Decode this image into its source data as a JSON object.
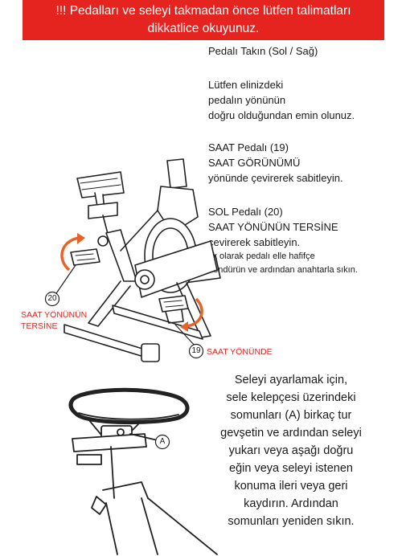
{
  "banner": {
    "line1": "!!! Pedalları ve seleyi takmadan önce lütfen talimatları",
    "line2": "dikkatlice okuyunuz."
  },
  "pedal_section": {
    "title": "Pedalı Takın (Sol / Sağ)",
    "check_lines": [
      "Lütfen elinizdeki",
      " pedalın yönünün",
      "doğru olduğundan emin olunuz."
    ],
    "right_pedal_lines": [
      "SAAT Pedalı (19)",
      " SAAT GÖRÜNÜMÜ",
      " yönünde çevirerek sabitleyin."
    ],
    "left_pedal_lines": [
      "SOL Pedalı (20)",
      "SAAT YÖNÜNÜN TERSİNE",
      "çevirerek sabitleyin."
    ],
    "tip_lines": [
      "İlk olarak pedalı elle hafifçe",
      " döndürün ve ardından anahtarla sıkın."
    ]
  },
  "bike_diagram": {
    "left_callout_number": "20",
    "left_direction_lines": [
      "SAAT YÖNÜNÜN",
      "TERSİNE"
    ],
    "right_callout_number": "19",
    "right_direction": "SAAT YÖNÜNDE"
  },
  "seat_section": {
    "callout_letter": "A",
    "lines": [
      "Seleyi ayarlamak için,",
      "sele kelepçesi üzerindeki",
      "somunları (A) birkaç tur",
      "gevşetin ve ardından seleyi",
      "yukarı veya aşağı doğru",
      "eğin veya seleyi istenen",
      "konuma ileri veya geri",
      "kaydırın. Ardından",
      "somunları yeniden sıkın."
    ]
  },
  "colors": {
    "banner_bg": "#e5231f",
    "accent_red": "#e5231f",
    "arrow_orange": "#e8622a"
  }
}
